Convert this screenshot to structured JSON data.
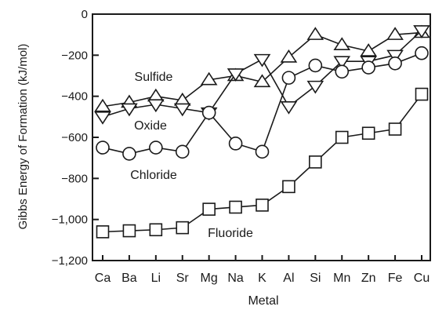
{
  "chart_data": {
    "type": "line",
    "title": "",
    "xlabel": "Metal",
    "ylabel": "Gibbs Energy of Formation (kJ/mol)",
    "categories": [
      "Ca",
      "Ba",
      "Li",
      "Sr",
      "Mg",
      "Na",
      "K",
      "Al",
      "Si",
      "Mn",
      "Zn",
      "Fe",
      "Cu"
    ],
    "ylim": [
      -1200,
      0
    ],
    "yticks": [
      0,
      -200,
      -400,
      -600,
      -800,
      -1000,
      -1200
    ],
    "ytick_labels": [
      "0",
      "−200",
      "−400",
      "−600",
      "−800",
      "−1,000",
      "−1,200"
    ],
    "grid": false,
    "legend": "none",
    "series": [
      {
        "name": "Sulfide",
        "marker": "triangle-up",
        "values": [
          -450,
          -430,
          -400,
          -420,
          -320,
          -300,
          -330,
          -210,
          -100,
          -150,
          -180,
          -100,
          -90
        ]
      },
      {
        "name": "Oxide",
        "marker": "triangle-down",
        "values": [
          -500,
          -460,
          -440,
          -460,
          -480,
          -290,
          -220,
          -450,
          -350,
          -230,
          -230,
          -200,
          -80
        ]
      },
      {
        "name": "Chloride",
        "marker": "circle",
        "values": [
          -650,
          -680,
          -650,
          -670,
          -480,
          -630,
          -670,
          -310,
          -250,
          -280,
          -260,
          -240,
          -190
        ]
      },
      {
        "name": "Fluoride",
        "marker": "square",
        "values": [
          -1060,
          -1055,
          -1050,
          -1040,
          -950,
          -940,
          -930,
          -840,
          -720,
          -600,
          -580,
          -560,
          -390
        ]
      }
    ]
  }
}
